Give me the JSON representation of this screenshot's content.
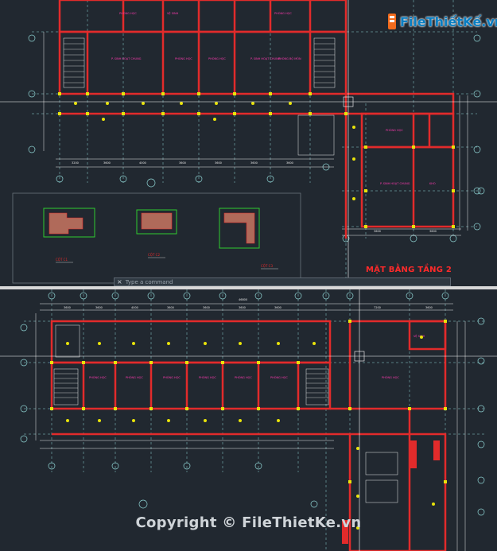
{
  "app": {
    "command_prompt_placeholder": "Type a command",
    "close_glyph": "×"
  },
  "drawing": {
    "sheet_title": "MẶT BẰNG TẦNG 2",
    "watermark_brand": "FileThiếtKế.vn",
    "copyright": "Copyright © FileThietKe.vn"
  },
  "colors": {
    "background": "#212830",
    "wall_red": "#e22b2b",
    "column_yellow": "#e8e30a",
    "grid_cyan": "#8fd4d4",
    "room_text": "#ff3ab0",
    "dimension_white": "#e8e8e8",
    "green_frame": "#2fcc2f",
    "crosshair": "#ffffff"
  },
  "icons": {
    "close": "close-icon",
    "logo": "filethietke-logo-icon"
  }
}
